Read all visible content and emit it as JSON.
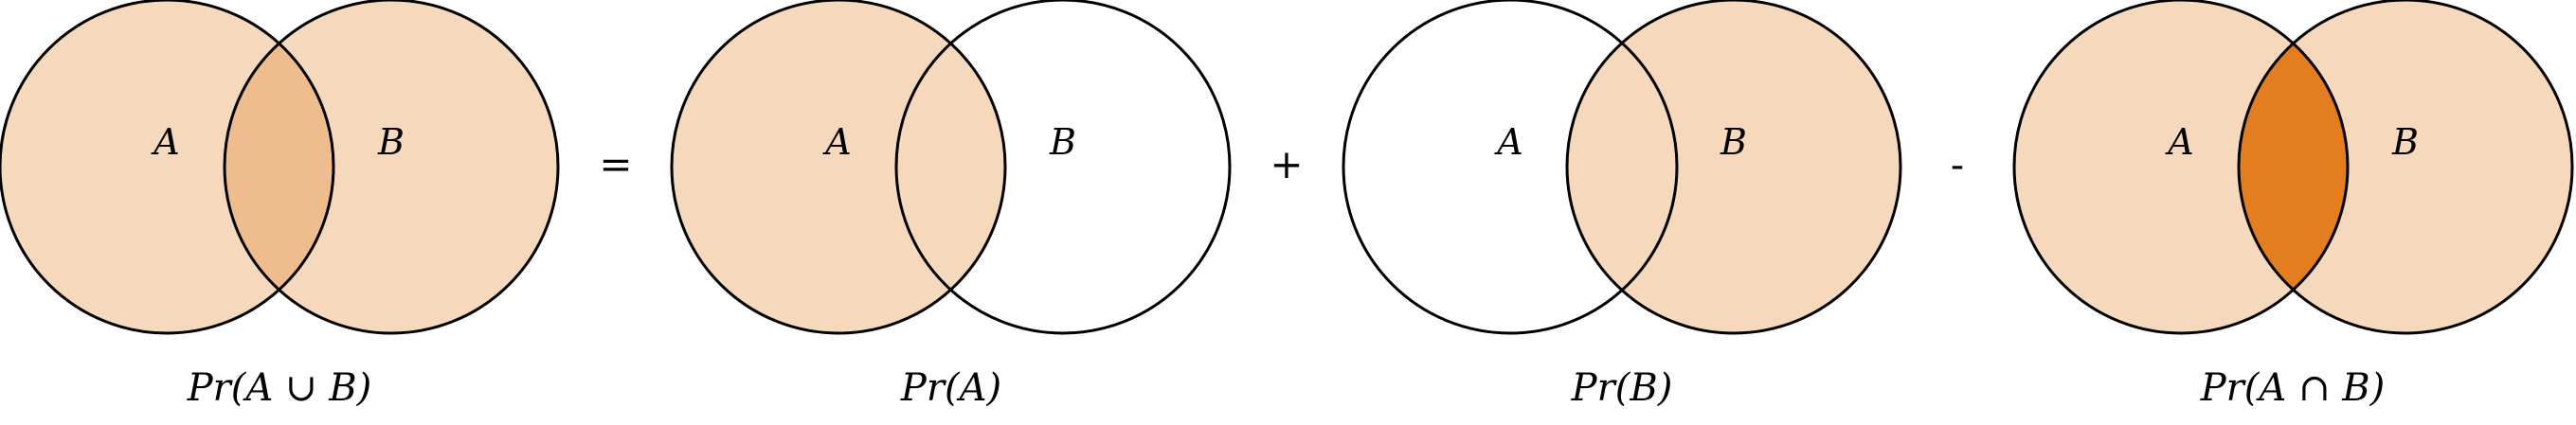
{
  "colors": {
    "set_fill": "#f6d9bc",
    "union_overlap_fill": "#efbd8d",
    "intersection_fill": "#e37e20",
    "outline": "#000000",
    "background": "#ffffff"
  },
  "panels": [
    {
      "id": "union",
      "label_a": "A",
      "label_b": "B",
      "caption": "Pr(A ∪ B)",
      "shading": "union-with-overlap-darker"
    },
    {
      "id": "prob-a",
      "label_a": "A",
      "label_b": "B",
      "caption": "Pr(A)",
      "shading": "circle-a-only"
    },
    {
      "id": "prob-b",
      "label_a": "A",
      "label_b": "B",
      "caption": "Pr(B)",
      "shading": "circle-b-only"
    },
    {
      "id": "intersection",
      "label_a": "A",
      "label_b": "B",
      "caption": "Pr(A ∩ B)",
      "shading": "union-with-intersection-highlighted"
    }
  ],
  "operators": [
    "=",
    "+",
    "-"
  ]
}
